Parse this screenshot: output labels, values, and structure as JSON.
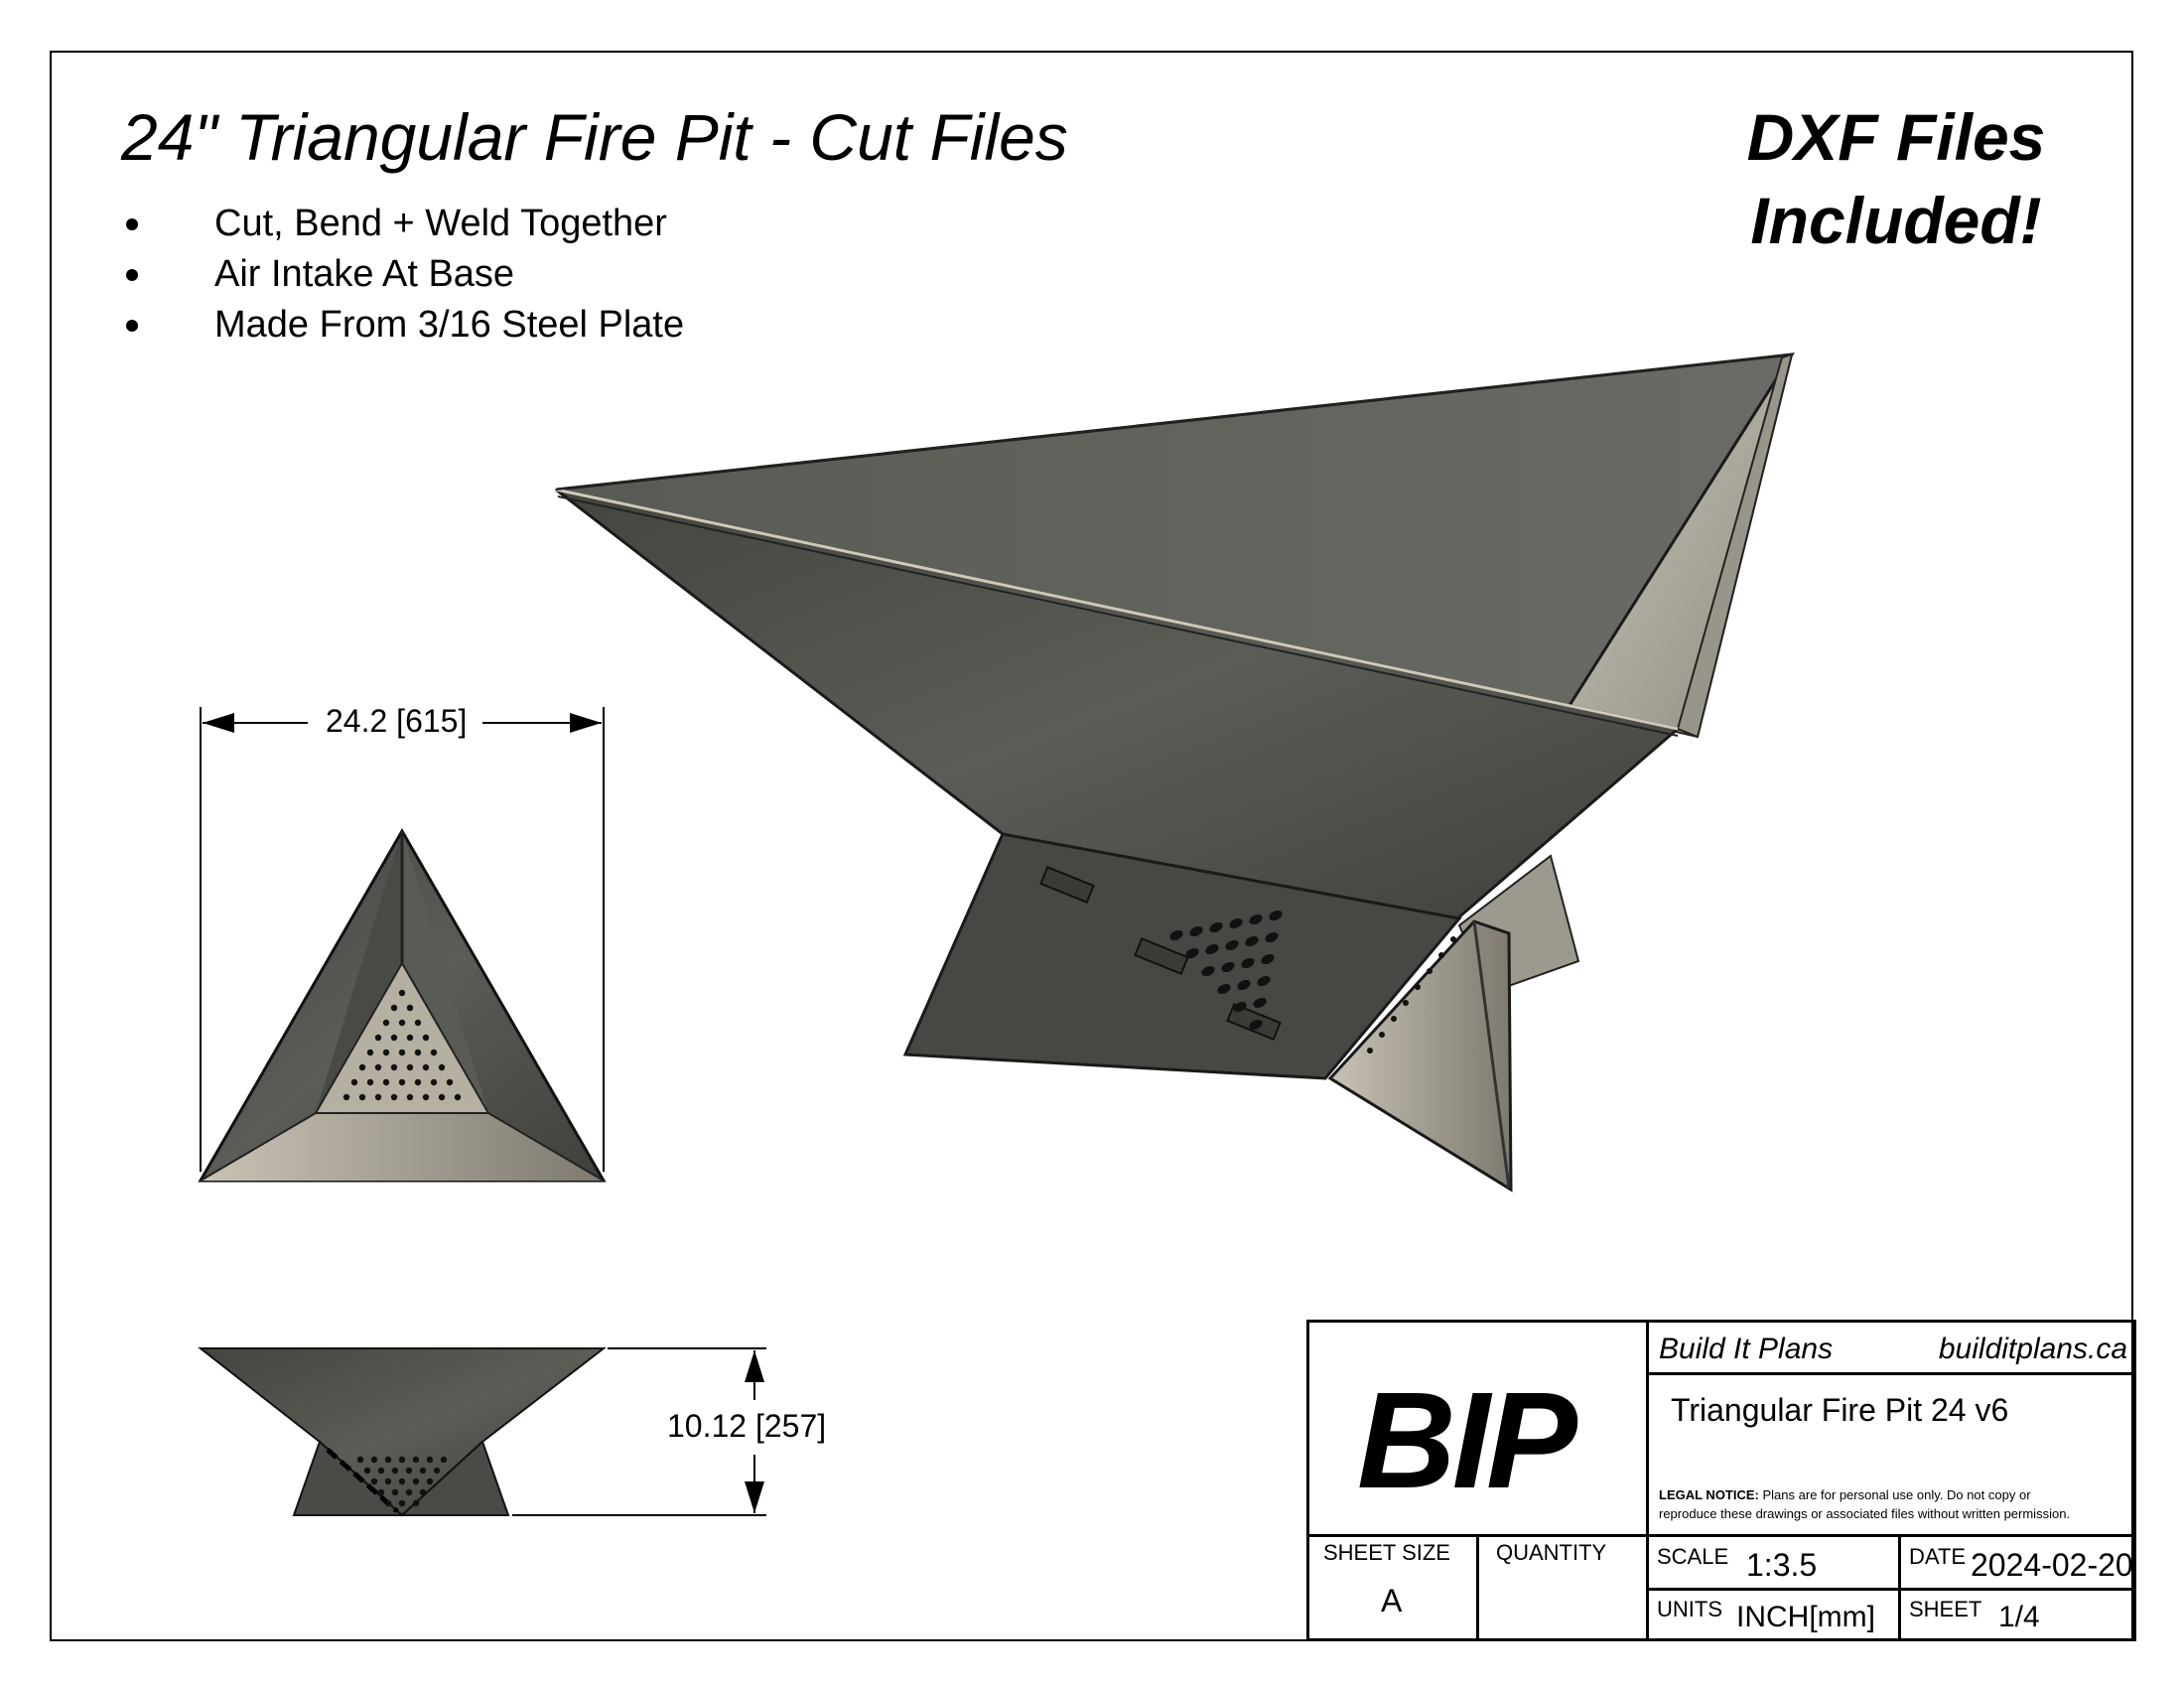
{
  "header": {
    "title": "24\" Triangular Fire Pit - Cut Files",
    "bullets": [
      "Cut, Bend + Weld Together",
      "Air Intake At Base",
      "Made From 3/16 Steel Plate"
    ],
    "dxf_line1": "DXF Files",
    "dxf_line2": "Included!"
  },
  "dimensions": {
    "width": "24.2 [615]",
    "height": "10.12 [257]"
  },
  "title_block": {
    "company": "Build It Plans",
    "website": "builditplans.ca",
    "logo": "BIP",
    "part_name": "Triangular Fire Pit 24 v6",
    "legal_label": "LEGAL NOTICE:",
    "legal_line1": "Plans are for personal use only. Do not copy or",
    "legal_line2": "reproduce these drawings or associated files without written permission.",
    "sheet_size_label": "SHEET SIZE",
    "sheet_size": "A",
    "quantity_label": "QUANTITY",
    "quantity": "",
    "scale_label": "SCALE",
    "scale": "1:3.5",
    "date_label": "DATE",
    "date": "2024-02-20",
    "units_label": "UNITS",
    "units": "INCH[mm]",
    "sheet_label": "SHEET",
    "sheet": "1/4"
  },
  "colors": {
    "steel_dark": "#4b4b49",
    "steel_mid": "#5f5f5c",
    "steel_light": "#b9b4a8",
    "outline": "#1a1a1a"
  }
}
